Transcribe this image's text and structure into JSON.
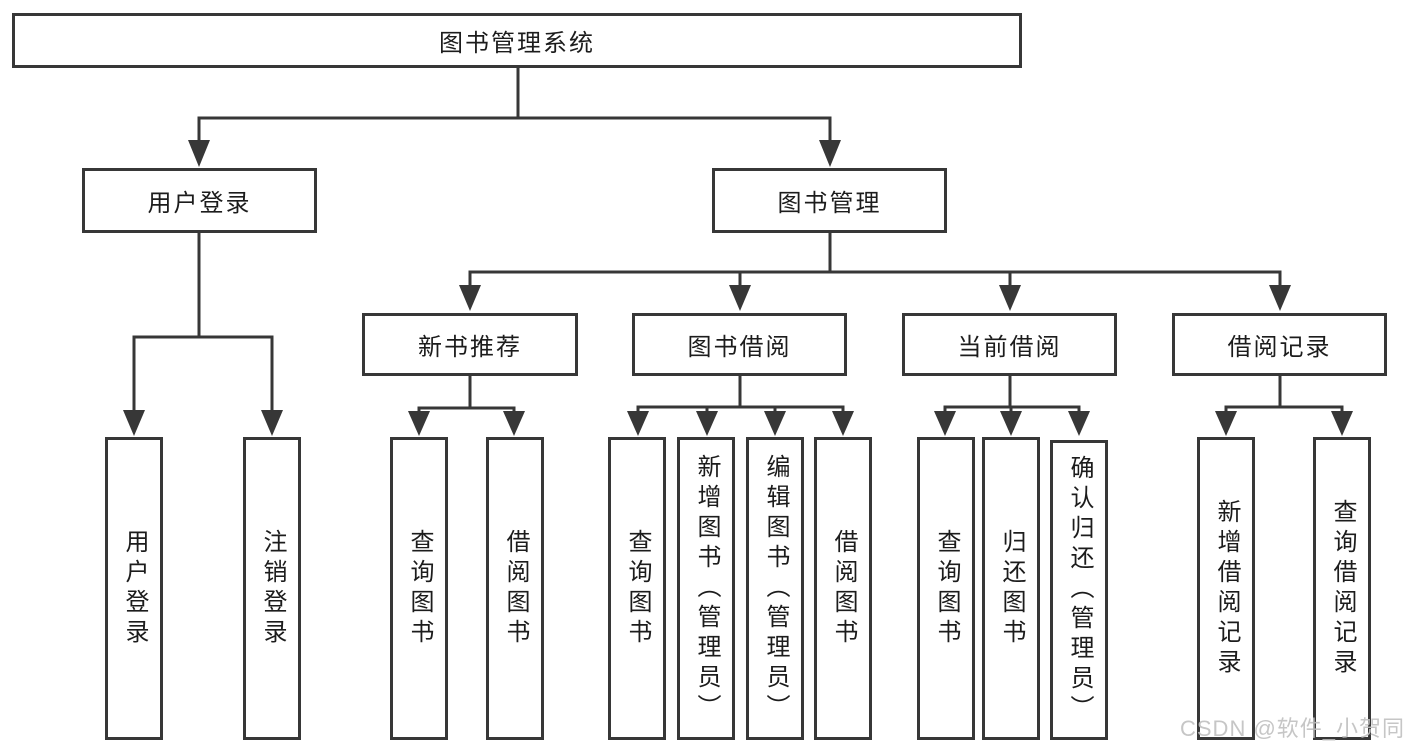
{
  "root": {
    "label": "图书管理系统"
  },
  "level2": [
    {
      "label": "用户登录"
    },
    {
      "label": "图书管理"
    }
  ],
  "level3": [
    {
      "label": "新书推荐"
    },
    {
      "label": "图书借阅"
    },
    {
      "label": "当前借阅"
    },
    {
      "label": "借阅记录"
    }
  ],
  "leaves": [
    {
      "label": "用户登录"
    },
    {
      "label": "注销登录"
    },
    {
      "label": "查询图书"
    },
    {
      "label": "借阅图书"
    },
    {
      "label": "查询图书"
    },
    {
      "label": "新增图书（管理员）"
    },
    {
      "label": "编辑图书（管理员）"
    },
    {
      "label": "借阅图书"
    },
    {
      "label": "查询图书"
    },
    {
      "label": "归还图书"
    },
    {
      "label": "确认归还（管理员）"
    },
    {
      "label": "新增借阅记录"
    },
    {
      "label": "查询借阅记录"
    }
  ],
  "watermark": {
    "text": "CSDN @软件_小贺同学"
  },
  "colors": {
    "line": "#373737",
    "text": "#1c1c1c",
    "watermark": "#c0c0c0",
    "background": "#ffffff"
  }
}
